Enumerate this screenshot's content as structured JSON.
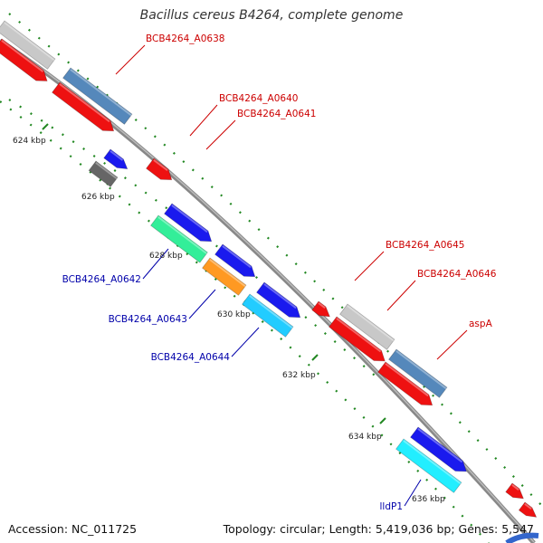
{
  "title": "Bacillus cereus B4264, complete genome",
  "footer": {
    "accession": "Accession: NC_011725",
    "topology": "Topology: circular; Length: 5,419,036 bp; Genes: 5,547"
  },
  "colors": {
    "red": "#ee1111",
    "steel": "#5588bb",
    "light_gray": "#c8c8c8",
    "blue": "#1a1aee",
    "dark_gray": "#666666",
    "mint": "#33ee99",
    "orange": "#ff9922",
    "sky": "#22ccff",
    "cyan": "#22eeff",
    "backbone": "#888888",
    "tick_green": "#228822",
    "label_red": "#cc0000",
    "label_blue": "#0000aa"
  },
  "ticks": [
    {
      "label": "624 kbp"
    },
    {
      "label": "626 kbp"
    },
    {
      "label": "628 kbp"
    },
    {
      "label": "630 kbp"
    },
    {
      "label": "632 kbp"
    },
    {
      "label": "634 kbp"
    },
    {
      "label": "636 kbp"
    }
  ],
  "gene_labels": [
    {
      "text": "BCB4264_A0638",
      "color": "red"
    },
    {
      "text": "BCB4264_A0640",
      "color": "red"
    },
    {
      "text": "BCB4264_A0641",
      "color": "red"
    },
    {
      "text": "BCB4264_A0645",
      "color": "red"
    },
    {
      "text": "BCB4264_A0646",
      "color": "red"
    },
    {
      "text": "aspA",
      "color": "red"
    },
    {
      "text": "BCB4264_A0642",
      "color": "blue"
    },
    {
      "text": "BCB4264_A0643",
      "color": "blue"
    },
    {
      "text": "BCB4264_A0644",
      "color": "blue"
    },
    {
      "text": "lldP1",
      "color": "blue"
    }
  ]
}
